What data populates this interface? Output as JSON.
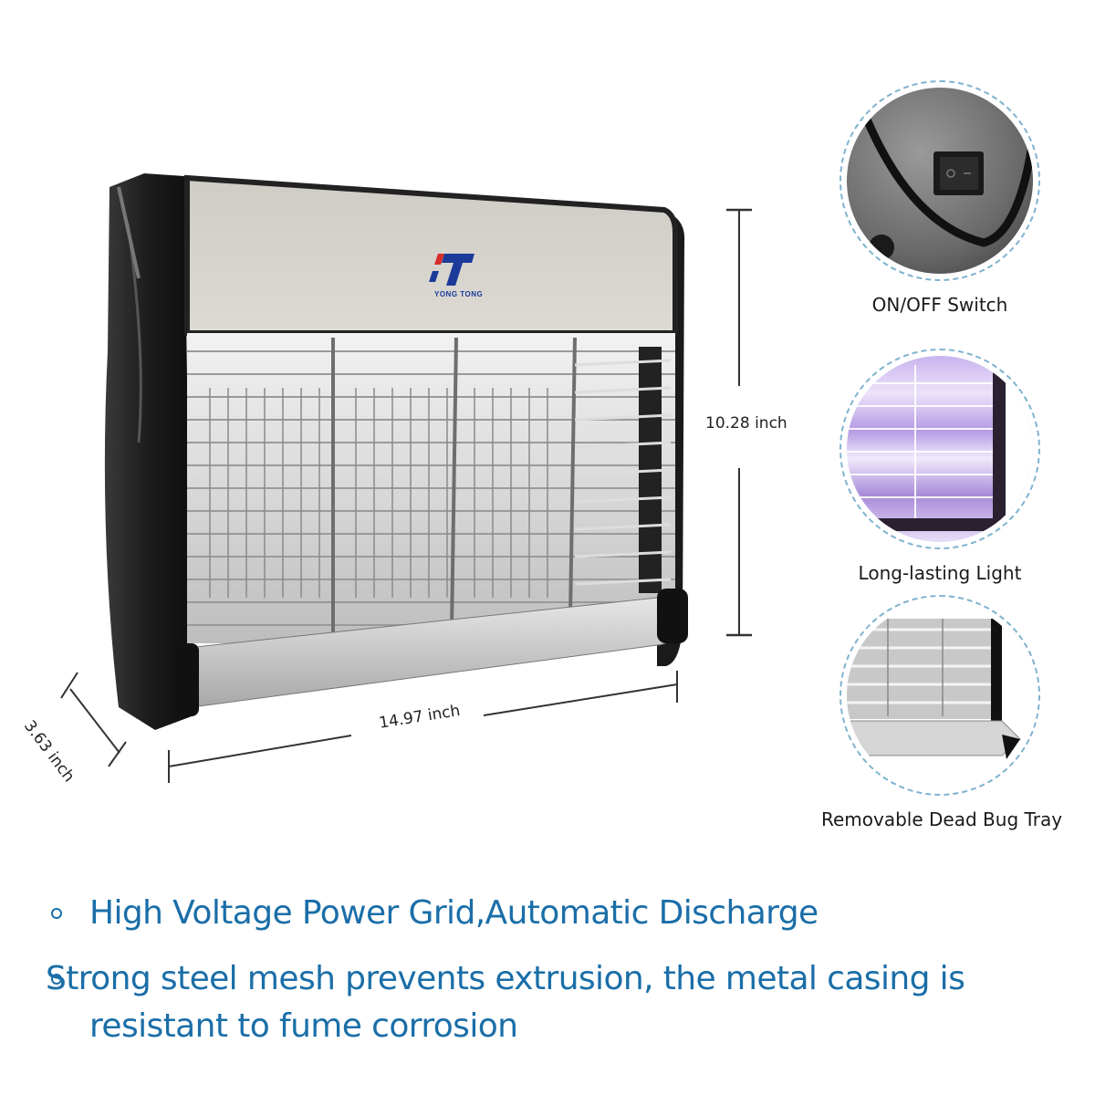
{
  "product": {
    "brand_name": "YONG TONG",
    "brand_logo": "yt-logo",
    "brand_colors": {
      "red": "#d62d2d",
      "blue": "#1b3a9a"
    }
  },
  "dimensions": {
    "height": "10.28 inch",
    "width": "14.97 inch",
    "depth": "3.63 inch"
  },
  "features": [
    {
      "label": "ON/OFF Switch",
      "icon": "switch-closeup"
    },
    {
      "label": "Long-lasting Light",
      "icon": "uv-light-closeup"
    },
    {
      "label": "Removable Dead Bug Tray",
      "icon": "tray-closeup"
    }
  ],
  "bullets": [
    {
      "text": "High Voltage Power Grid,Automatic Discharge"
    },
    {
      "text": "Strong steel mesh prevents extrusion, the metal casing is resistant to fume corrosion"
    }
  ],
  "colors": {
    "accent_text": "#1a6ea8",
    "circle_border": "#7fb3cf",
    "uv_purple": "#a88ad8"
  }
}
